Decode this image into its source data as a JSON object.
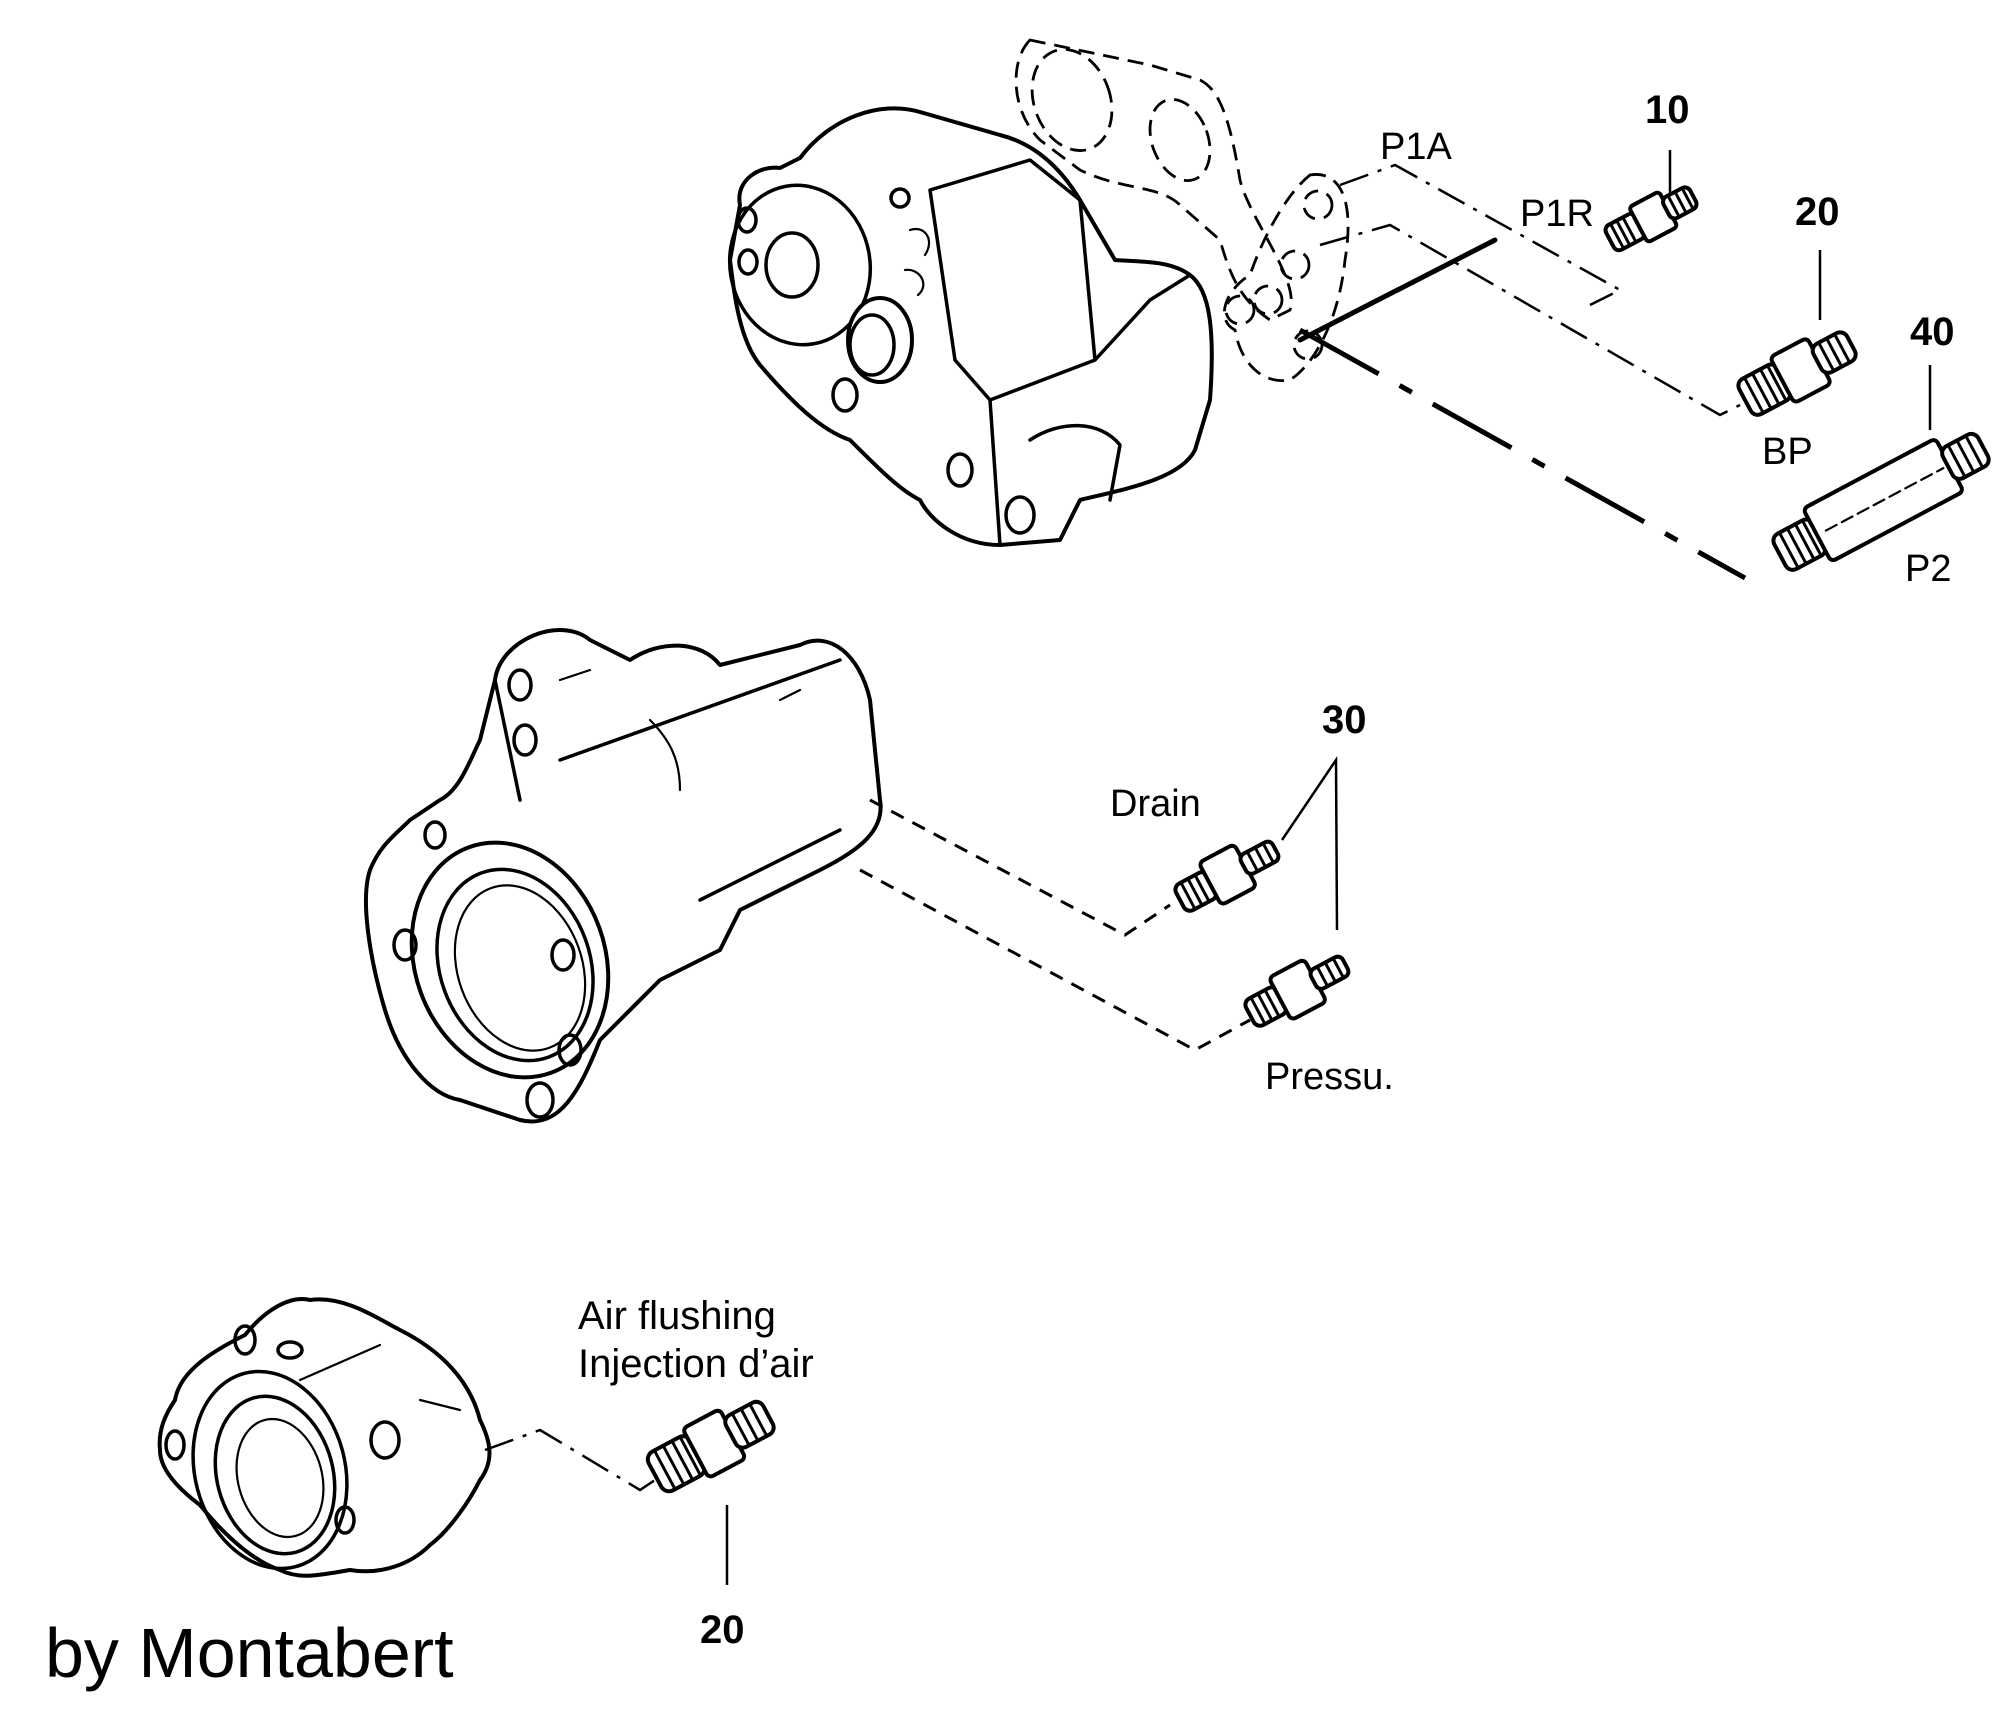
{
  "diagram": {
    "type": "exploded parts diagram",
    "credit": "by Montabert",
    "colors": {
      "line": "#000000",
      "background": "#ffffff"
    }
  },
  "assemblies": [
    {
      "id": "upper-housing",
      "ports": [
        "P1A",
        "P1R",
        "BP",
        "P2"
      ],
      "callouts": [
        {
          "number": "10",
          "port": "P1R"
        },
        {
          "number": "20",
          "port": "BP"
        },
        {
          "number": "40",
          "port": "P2"
        }
      ]
    },
    {
      "id": "middle-housing",
      "ports": [
        "Drain",
        "Pressu."
      ],
      "callouts": [
        {
          "number": "30",
          "ports": [
            "Drain",
            "Pressu."
          ]
        }
      ]
    },
    {
      "id": "lower-housing",
      "note_lines": [
        "Air flushing",
        "Injection d’air"
      ],
      "callouts": [
        {
          "number": "20",
          "port": "Air flushing"
        }
      ]
    }
  ],
  "labels": {
    "p1a": "P1A",
    "p1r": "P1R",
    "bp": "BP",
    "p2": "P2",
    "n10": "10",
    "n20_top": "20",
    "n40": "40",
    "n30": "30",
    "drain": "Drain",
    "pressu": "Pressu.",
    "air_flushing": "Air flushing",
    "injection_air": "Injection d’air",
    "n20_bottom": "20",
    "credit": "by Montabert"
  }
}
